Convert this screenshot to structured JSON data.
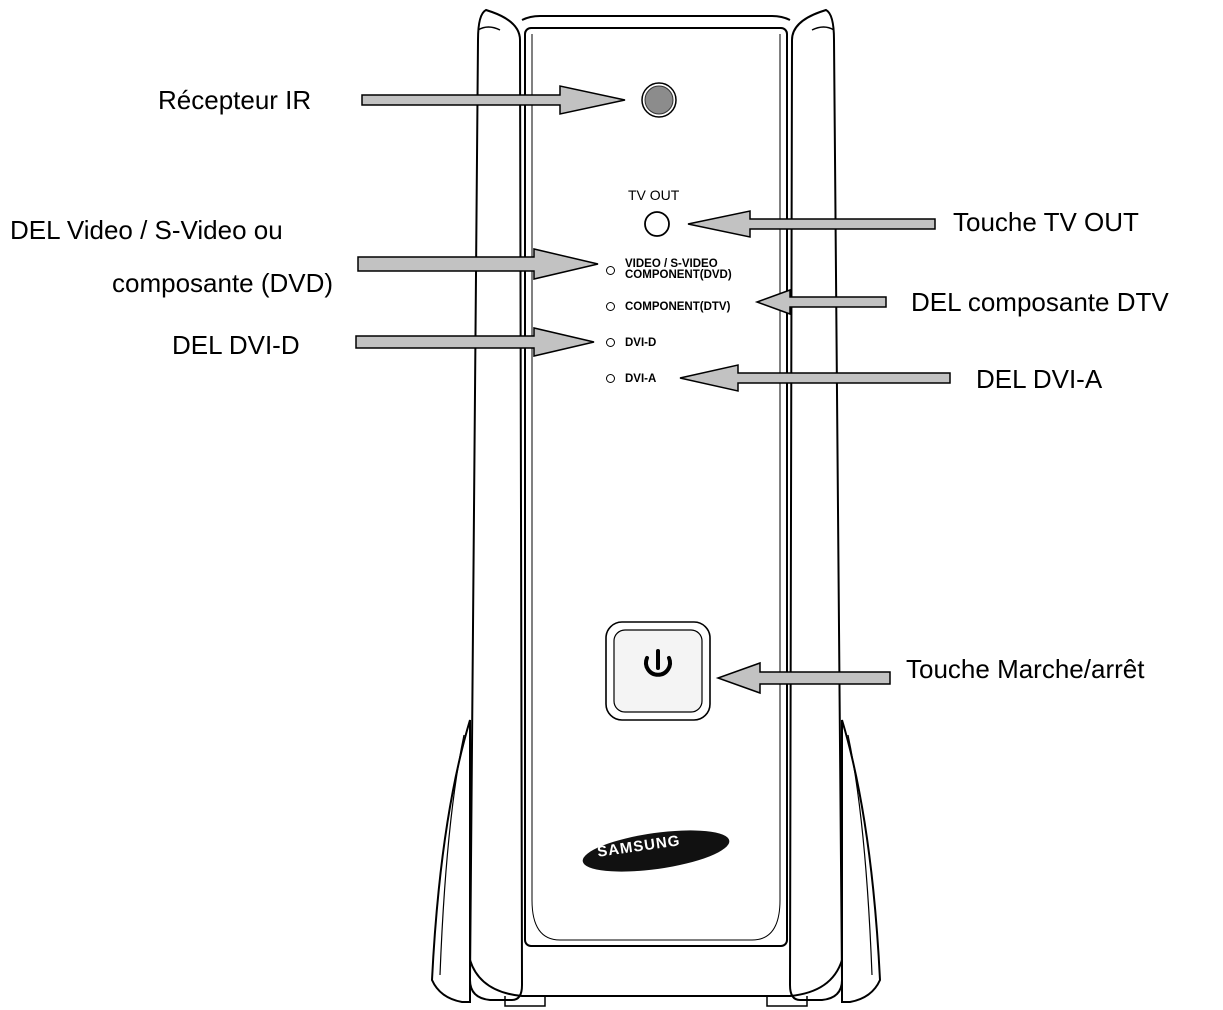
{
  "device": {
    "tv_out_label": "TV OUT",
    "brand": "SAMSUNG",
    "leds": [
      {
        "label_lines": [
          "VIDEO / S-VIDEO",
          "COMPONENT(DVD)"
        ]
      },
      {
        "label_lines": [
          "COMPONENT(DTV)"
        ]
      },
      {
        "label_lines": [
          "DVI-D"
        ]
      },
      {
        "label_lines": [
          "DVI-A"
        ]
      }
    ]
  },
  "callouts": {
    "ir_receiver": "Récepteur IR",
    "tv_out_button": "Touche TV OUT",
    "led_video_line1": "DEL Video / S-Video ou",
    "led_video_line2": "composante (DVD)",
    "led_component_dtv": "DEL composante DTV",
    "led_dvi_d": "DEL DVI-D",
    "led_dvi_a": "DEL DVI-A",
    "power_button": "Touche Marche/arrêt"
  },
  "colors": {
    "arrow_fill": "#c2c2c2",
    "ir_sensor": "#8c8c8c",
    "logo_bg": "#111111"
  }
}
